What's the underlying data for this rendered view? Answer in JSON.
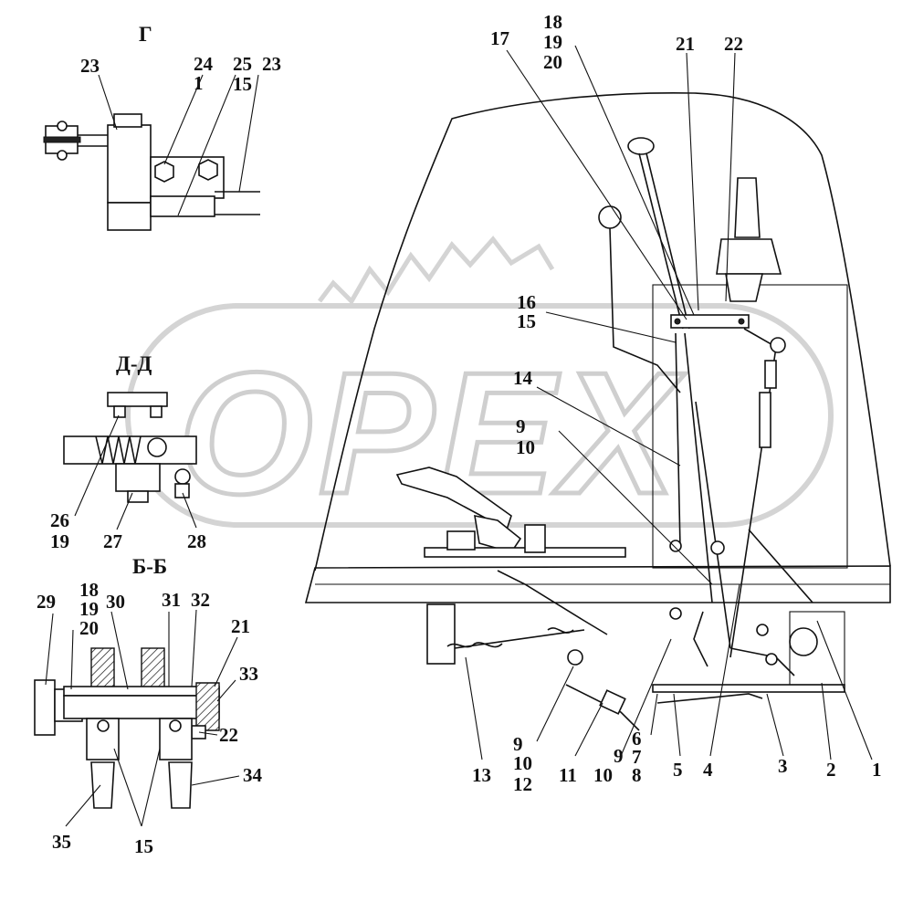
{
  "sections": {
    "g": "Г",
    "dd": "Д-Д",
    "bb": "Б-Б"
  },
  "watermark": "OPEX",
  "labels": {
    "l1": "1",
    "l2": "2",
    "l3": "3",
    "l4": "4",
    "l5": "5",
    "l6": "6",
    "l7": "7",
    "l8": "8",
    "l9": "9",
    "l10": "10",
    "l9b": "9",
    "l10b": "10",
    "l12": "12",
    "l11": "11",
    "l9c": "9",
    "l10c": "10",
    "l13": "13",
    "l14": "14",
    "l15": "15",
    "l16": "16",
    "l17": "17",
    "l18": "18",
    "l19": "19",
    "l20": "20",
    "l21": "21",
    "l22": "22",
    "g23a": "23",
    "g24": "24",
    "g1": "1",
    "g25": "25",
    "g15": "15",
    "g23b": "23",
    "d26": "26",
    "d19": "19",
    "d27": "27",
    "d28": "28",
    "b29": "29",
    "b18": "18",
    "b19": "19",
    "b20": "20",
    "b30": "30",
    "b31": "31",
    "b32": "32",
    "b21": "21",
    "b33": "33",
    "b22": "22",
    "b34": "34",
    "b35": "35",
    "b15": "15"
  }
}
